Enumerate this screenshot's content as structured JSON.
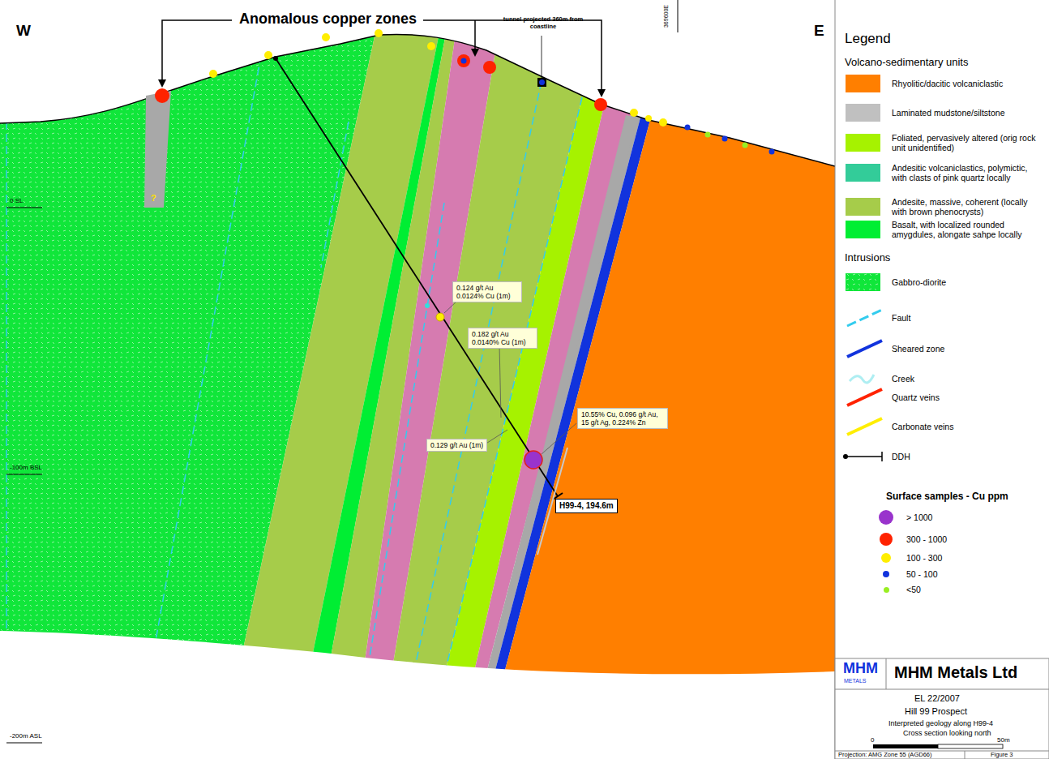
{
  "diagram": {
    "nodes": [
      {
        "text": [
          "0.124 g/t Au 0.0124% Cu (1m)"
        ]
      },
      {
        "text": [
          "0.182 g/t Au 0.0140% Cu (1m)"
        ]
      },
      {
        "text": [
          "0.129 g/t Au (1m)"
        ]
      },
      {
        "text": [
          "10.55% Cu, 0.096 g/t Au, 15 g/t Ag, 0.224% Zn"
        ]
      },
      {
        "text": [
          "H99-4, 194.6m"
        ]
      }
    ],
    "edges": [],
    "labels": [
      "Anomalous copper zones",
      "W",
      "E",
      "369600E",
      "tunnel projected 360m from coastline",
      "0 SL",
      "-100m BSL",
      "-200m ASL",
      "?",
      "Legend",
      "Volcano-sedimentary units",
      "Intrusions",
      "Surface samples - Cu ppm",
      "MHM",
      "METALS",
      "MHM Metals Ltd",
      "EL 22/2007",
      "Hill 99 Prospect",
      "Interpreted geology along H99-4",
      "Cross section looking north",
      "0",
      "50m",
      "Projection: AMG Zone 55 (AGD66)",
      "Figure 3"
    ],
    "legend": [
      {
        "text": "Rhyolitic/dacitic volcaniclastic",
        "color": "#ff7f00"
      },
      {
        "text": "Laminated mudstone/siltstone",
        "color": "#c0c0c0"
      },
      {
        "text": "Foliated, pervasively altered (orig rock unit unidentified)",
        "color": "#a6f200"
      },
      {
        "text": "Andesitic volcaniclastics, polymictic, with clasts of pink quartz locally",
        "color": "#33cc99"
      },
      {
        "text": "Andesite, massive, coherent (locally with brown phenocrysts)",
        "color": "#a6cc4a"
      },
      {
        "text": "Basalt, with localized rounded amygdules, alongate sahpe locally",
        "color": "#00ee33"
      },
      {
        "text": "Gabbro-diorite"
      },
      {
        "text": "Fault"
      },
      {
        "text": "Sheared zone"
      },
      {
        "text": "Creek"
      },
      {
        "text": "Quartz veins"
      },
      {
        "text": "Carbonate veins"
      },
      {
        "text": "DDH"
      },
      {
        "text": "> 1000",
        "color": "#9933cc"
      },
      {
        "text": "300 - 1000",
        "color": "#ff2200"
      },
      {
        "text": "100 - 300",
        "color": "#ffee00"
      },
      {
        "text": "50 - 100",
        "color": "#1133dd"
      },
      {
        "text": "<50",
        "color": "#99ee22"
      }
    ]
  }
}
